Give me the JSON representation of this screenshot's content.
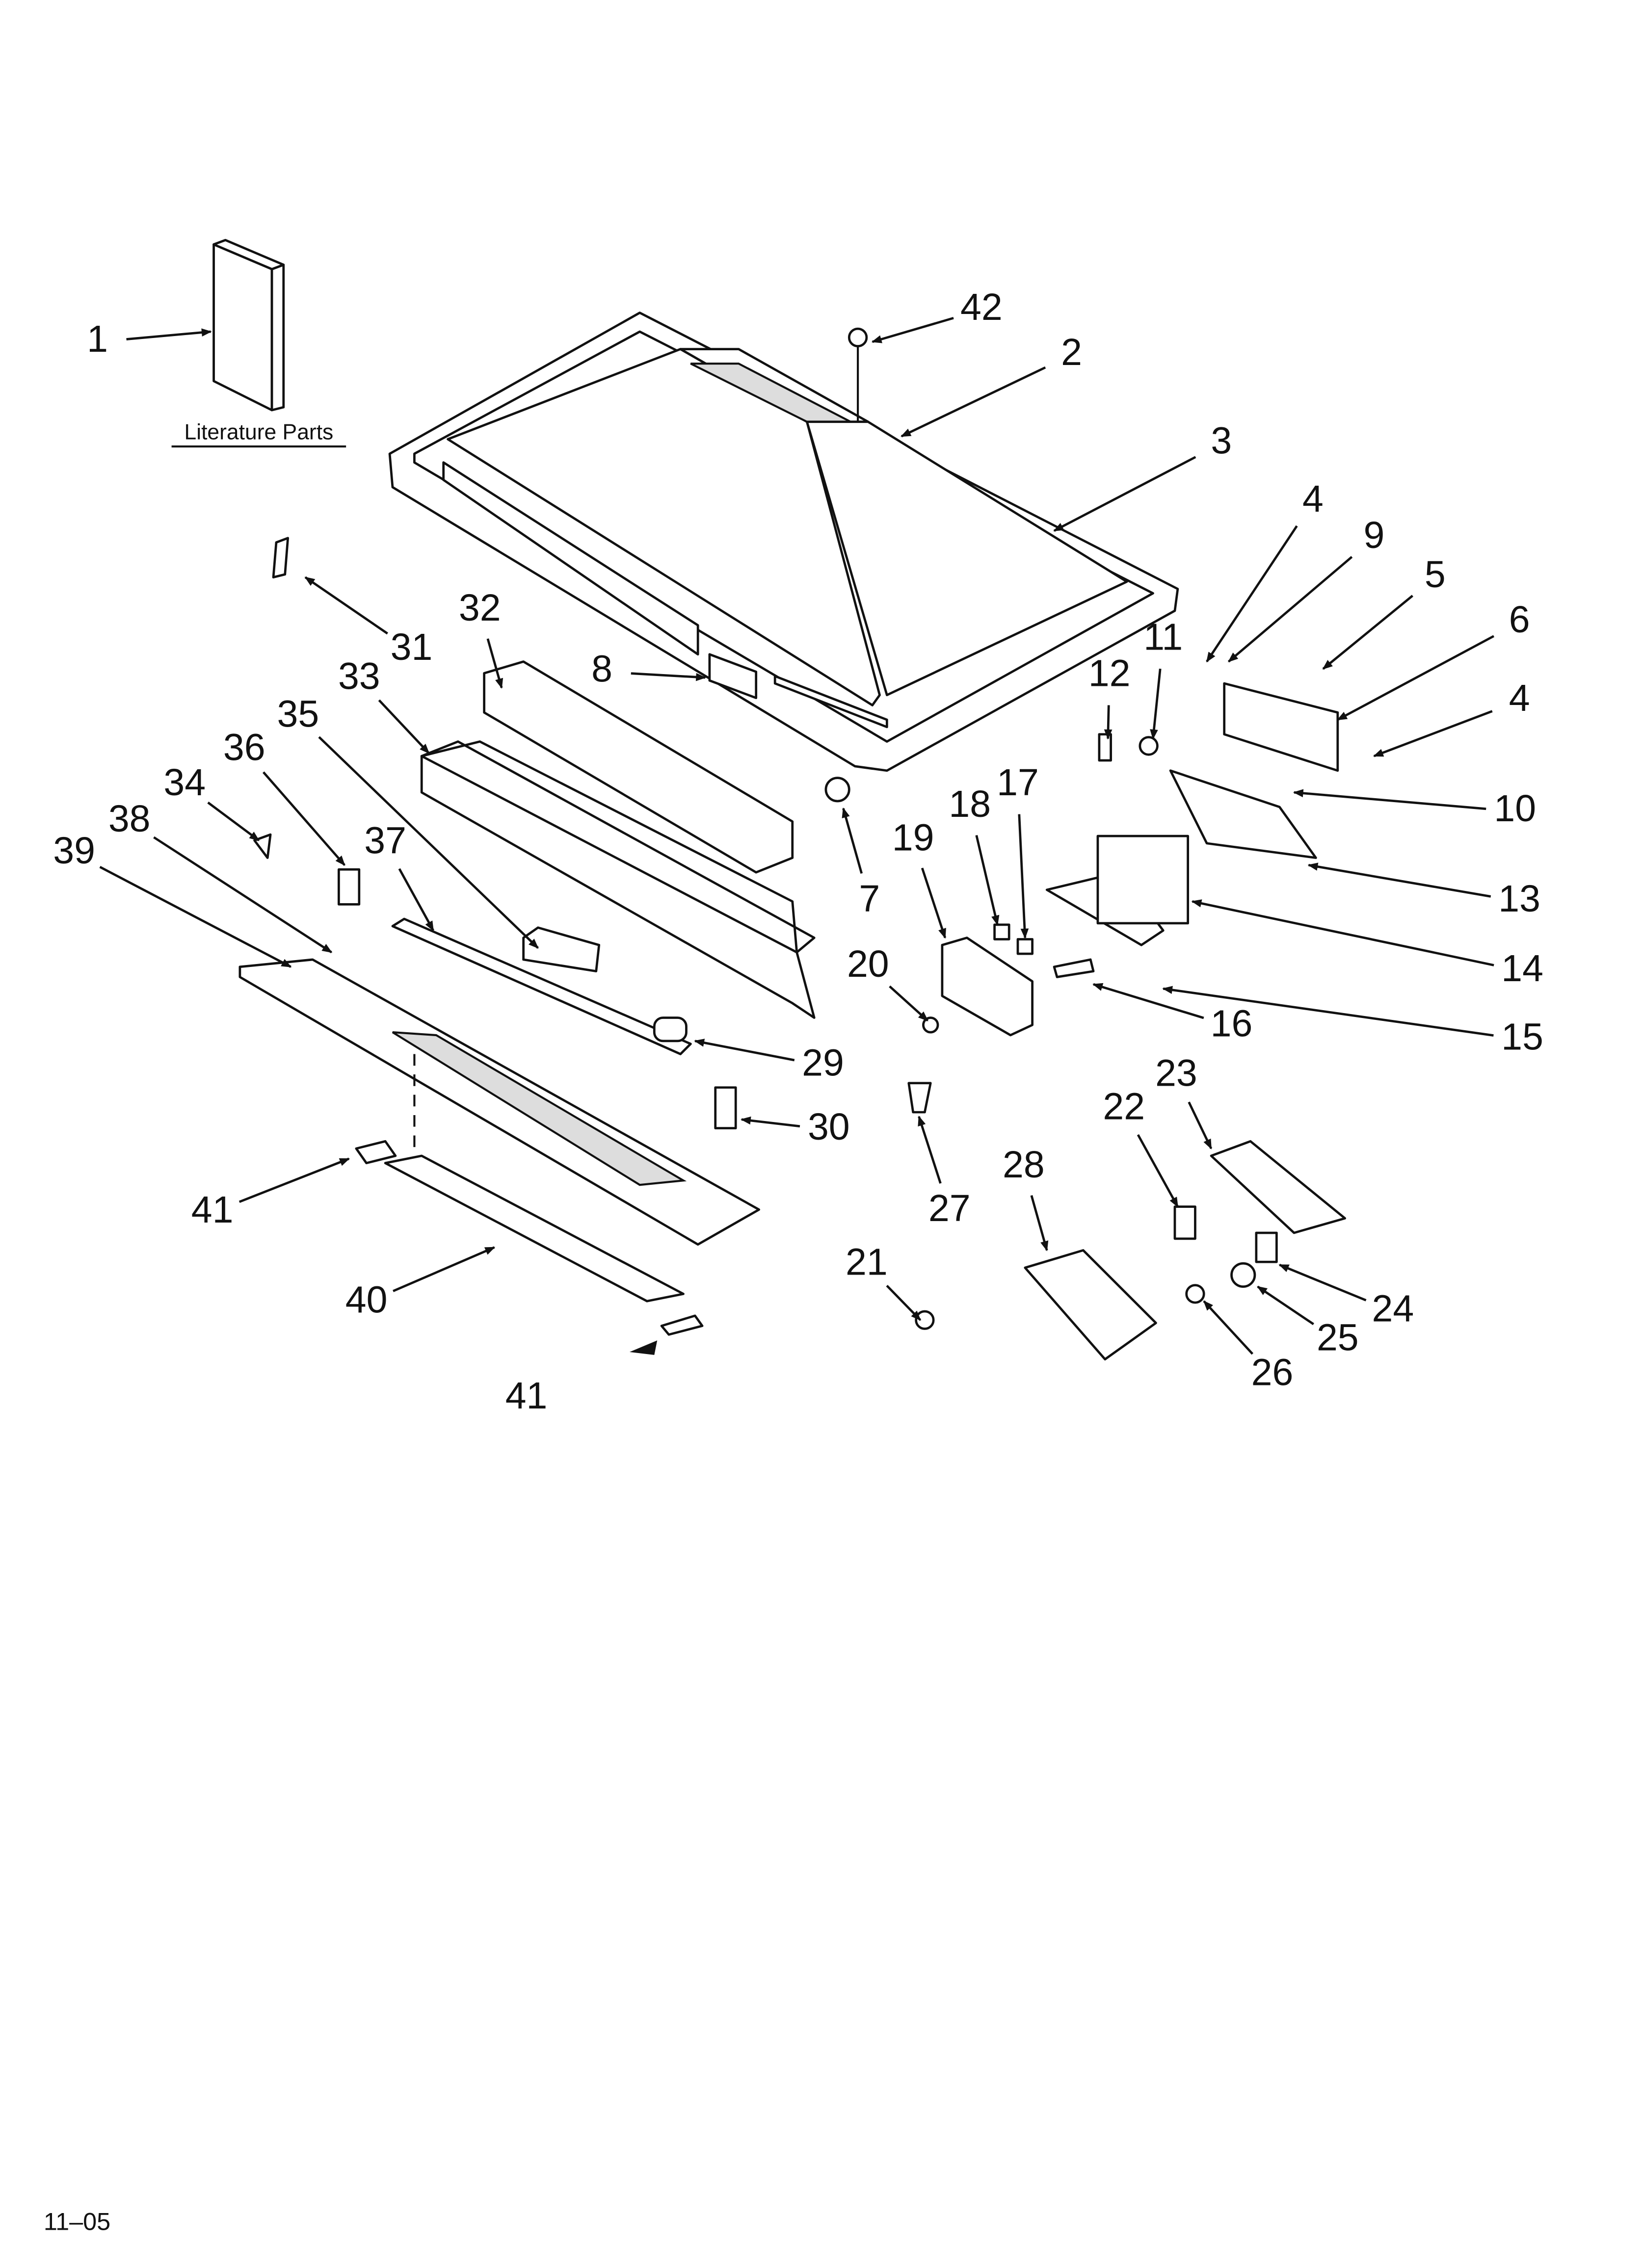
{
  "diagram": {
    "literature_label": "Literature Parts",
    "footer_code": "11–05",
    "callouts": [
      "1",
      "42",
      "2",
      "3",
      "4",
      "9",
      "5",
      "6",
      "4",
      "11",
      "12",
      "10",
      "13",
      "14",
      "15",
      "16",
      "17",
      "18",
      "19",
      "20",
      "7",
      "8",
      "32",
      "31",
      "33",
      "35",
      "36",
      "34",
      "37",
      "38",
      "39",
      "29",
      "30",
      "27",
      "28",
      "21",
      "22",
      "23",
      "24",
      "25",
      "26",
      "41",
      "40",
      "41"
    ]
  }
}
